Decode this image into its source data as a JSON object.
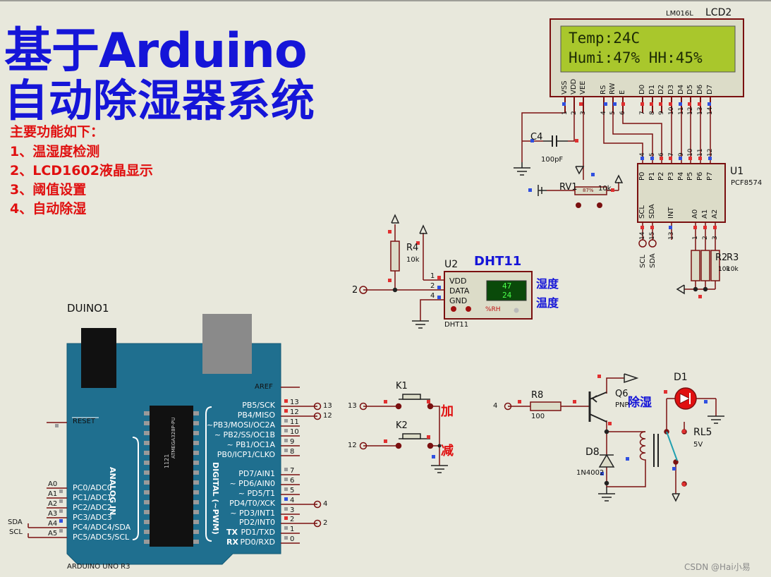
{
  "title": {
    "line1": "基于Arduino",
    "line2": "自动除湿器系统"
  },
  "features": {
    "heading": "主要功能如下：",
    "items": [
      "1、温湿度检测",
      "2、LCD1602液晶显示",
      "3、阈值设置",
      "4、自动除湿"
    ]
  },
  "lcd": {
    "model": "LM016L",
    "ref": "LCD2",
    "line1": "Temp:24C",
    "line2": "Humi:47%  HH:45%",
    "pins": [
      "VSS",
      "VDD",
      "VEE",
      "RS",
      "RW",
      "E",
      "D0",
      "D1",
      "D2",
      "D3",
      "D4",
      "D5",
      "D6",
      "D7"
    ],
    "pin_numbers": [
      "1",
      "2",
      "3",
      "4",
      "5",
      "6",
      "7",
      "8",
      "9",
      "10",
      "11",
      "12",
      "13",
      "14"
    ]
  },
  "pcf": {
    "ref": "U1",
    "model": "PCF8574",
    "top_pins": [
      "P0",
      "P1",
      "P2",
      "P3",
      "P4",
      "P5",
      "P6",
      "P7"
    ],
    "top_numbers": [
      "4",
      "5",
      "6",
      "7",
      "9",
      "10",
      "11",
      "12"
    ],
    "bottom_pins": [
      "SCL",
      "SDA",
      "INT",
      "A0",
      "A1",
      "A2"
    ],
    "bottom_numbers": [
      "14",
      "15",
      "13",
      "1",
      "2",
      "3"
    ],
    "scl_label": "SCL",
    "sda_label": "SDA"
  },
  "c4": {
    "ref": "C4",
    "value": "100pF"
  },
  "rv1": {
    "ref": "RV1",
    "value": "10k",
    "percent": "87%"
  },
  "r2r3": {
    "ref2": "R2",
    "ref3": "R3",
    "value2": "10k",
    "value3": "10k"
  },
  "dht": {
    "ref": "U2",
    "title": "DHT11",
    "model": "DHT11",
    "pins": [
      "VDD",
      "DATA",
      "GND"
    ],
    "pin_numbers": [
      "1",
      "2",
      "4"
    ],
    "humidity": "47",
    "temperature": "24",
    "unit": "%RH",
    "label_humidity": "湿度",
    "label_temperature": "温度",
    "net": "2"
  },
  "r4": {
    "ref": "R4",
    "value": "10k"
  },
  "arduino": {
    "ref": "DUINO1",
    "model": "ARDUINO UNO R3",
    "chip": "ATMEGA328P-PU",
    "chip_id": "1121",
    "aref": "AREF",
    "reset": "RESET",
    "analog_label": "ANALOG IN",
    "digital_label": "DIGITAL (~PWM)",
    "tx": "TX",
    "rx": "RX",
    "right_pins": [
      "PB5/SCK",
      "PB4/MISO",
      "~PB3/MOSI/OC2A",
      "~ PB2/SS/OC1B",
      "~ PB1/OC1A",
      "PB0/ICP1/CLKO",
      "PD7/AIN1",
      "~ PD6/AIN0",
      "~ PD5/T1",
      "PD4/T0/XCK",
      "~ PD3/INT1",
      "PD2/INT0",
      "PD1/TXD",
      "PD0/RXD"
    ],
    "right_numbers": [
      "13",
      "12",
      "11",
      "10",
      "9",
      "8",
      "7",
      "6",
      "5",
      "4",
      "3",
      "2",
      "1",
      "0"
    ],
    "left_pins": [
      "PC0/ADC0",
      "PC1/ADC1",
      "PC2/ADC2",
      "PC3/ADC3",
      "PC4/ADC4/SDA",
      "PC5/ADC5/SCL"
    ],
    "left_numbers": [
      "A0",
      "A1",
      "A2",
      "A3",
      "A4",
      "A5"
    ],
    "net_13": "13",
    "net_12": "12",
    "net_4": "4",
    "net_2": "2",
    "sda": "SDA",
    "scl": "SCL"
  },
  "keys": {
    "k1": "K1",
    "k2": "K2",
    "k1_label": "加",
    "k2_label": "减",
    "net_13": "13",
    "net_12": "12"
  },
  "relay": {
    "r8": "R8",
    "r8_value": "100",
    "q6": "Q6",
    "q6_type": "PNP",
    "q6_label": "除湿",
    "d1": "D1",
    "d8": "D8",
    "d8_model": "1N4002",
    "rl5": "RL5",
    "rl5_value": "5V",
    "net": "4"
  },
  "watermark": "CSDN @Hai小易",
  "colors": {
    "wire": "#7a1010",
    "blue": "#1515d8",
    "red": "#e01010",
    "board": "#1f6f8f",
    "lcd": "#a9c72c"
  }
}
